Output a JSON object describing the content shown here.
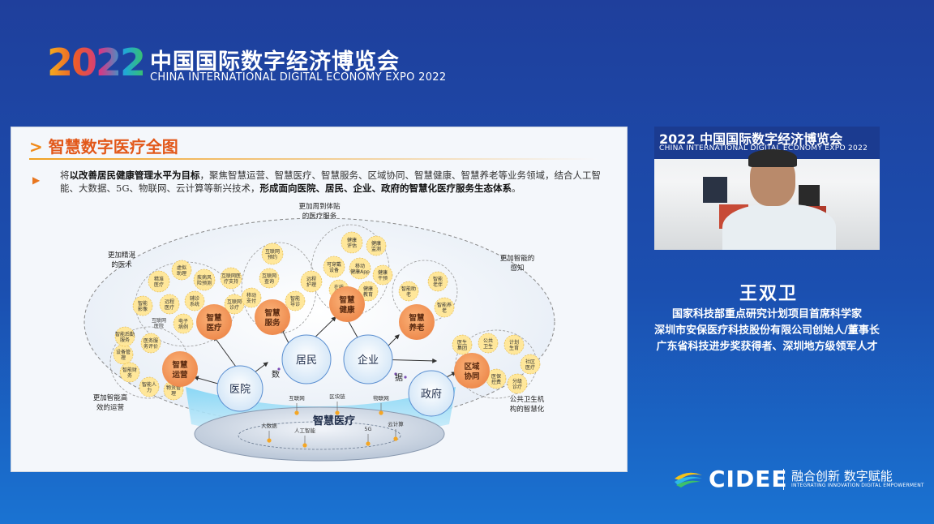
{
  "expo": {
    "year": "2022",
    "title_cn": "中国国际数字经济博览会",
    "title_en": "CHINA INTERNATIONAL DIGITAL ECONOMY EXPO 2022"
  },
  "slide": {
    "title": "智慧数字医疗全图",
    "paragraph": {
      "p1": "将",
      "b1": "以改善居民健康管理水平为目标",
      "p2": "，聚焦智慧运营、智慧医疗、智慧服务、区域协同、智慧健康、智慧养老等业务领域，结合人工智能、大数据、5G、物联网、云计算等新兴技术，",
      "b2": "形成面向医院、居民、企业、政府的智慧化医疗服务生态体系",
      "p3": "。"
    },
    "diagram": {
      "corner_labels": {
        "top": [
          "更加周到体贴",
          "的医疗服务"
        ],
        "left_top": [
          "更加精湛",
          "的医术"
        ],
        "right_top": [
          "更加智能的",
          "感知"
        ],
        "left_bottom": [
          "更加智能高",
          "效的运营"
        ],
        "right_bottom": [
          "公共卫生机",
          "构的智慧化"
        ]
      },
      "actors": {
        "hospital": "医院",
        "resident": "居民",
        "enterprise": "企业",
        "government": "政府"
      },
      "data_flow": [
        "数",
        "据"
      ],
      "domains": {
        "medical": [
          "智慧",
          "医疗"
        ],
        "service": [
          "智慧",
          "服务"
        ],
        "health": [
          "智慧",
          "健康"
        ],
        "elderly": [
          "智慧",
          "养老"
        ],
        "operation": [
          "智慧",
          "运营"
        ],
        "regional": [
          "区域",
          "协同"
        ]
      },
      "base_title": "智慧医疗",
      "tech_top": [
        "互联网",
        "区块链",
        "物联网"
      ],
      "tech_bottom": [
        "大数据",
        "人工智能",
        "5G",
        "云计算"
      ],
      "medical_items": [
        [
          "精准",
          "医疗"
        ],
        [
          "虚拟",
          "助理"
        ],
        [
          "疾病风",
          "险预测"
        ],
        [
          "辅诊",
          "系统"
        ],
        [
          "智能",
          "影像"
        ],
        [
          "远程",
          "医疗"
        ],
        [
          "电子",
          "病例"
        ],
        [
          "互联网",
          "医院"
        ]
      ],
      "service_items": [
        [
          "互联网",
          "预约"
        ],
        [
          "互联网医",
          "疗支持"
        ],
        [
          "互联网",
          "查询"
        ],
        [
          "互联网",
          "诊疗"
        ],
        [
          "移动",
          "支付"
        ],
        [
          "智能",
          "导诊"
        ],
        [
          "远程",
          "护理"
        ]
      ],
      "health_items": [
        [
          "健康",
          "评估"
        ],
        [
          "健康",
          "监测"
        ],
        [
          "可穿戴",
          "设备"
        ],
        [
          "移动",
          "健康App"
        ],
        [
          "健康",
          "干预"
        ],
        [
          "在线",
          "诊疗"
        ],
        [
          "健康",
          "教育"
        ]
      ],
      "elderly_items": [
        [
          "智能助",
          "老"
        ],
        [
          "智能",
          "老伴"
        ],
        [
          "智能养",
          "老"
        ]
      ],
      "operation_items": [
        [
          "医务服",
          "务评价"
        ],
        [
          "智能后勤",
          "服务"
        ],
        [
          "设备管",
          "理"
        ],
        [
          "智能财",
          "务"
        ],
        [
          "智能人",
          "力"
        ],
        [
          "物资管",
          "理"
        ]
      ],
      "regional_items": [
        [
          "医生",
          "集团"
        ],
        [
          "公共",
          "卫生"
        ],
        [
          "计划",
          "生育"
        ],
        [
          "社区",
          "医疗"
        ],
        [
          "分级",
          "诊疗"
        ],
        [
          "医保",
          "控费"
        ]
      ]
    }
  },
  "webcam": {
    "banner_cn": "2022 中国国际数字经济博览会",
    "banner_en": "CHINA INTERNATIONAL DIGITAL ECONOMY EXPO 2022"
  },
  "speaker": {
    "name": "王双卫",
    "titles": [
      "国家科技部重点研究计划项目首席科学家",
      "深圳市安保医疗科技股份有限公司创始人/董事长",
      "广东省科技进步奖获得者、深圳地方级领军人才"
    ]
  },
  "cidee": {
    "brand": "CIDEE",
    "slogan": "融合创新 数字赋能",
    "sub": "INTEGRATING INNOVATION DIGITAL EMPOWERMENT"
  }
}
